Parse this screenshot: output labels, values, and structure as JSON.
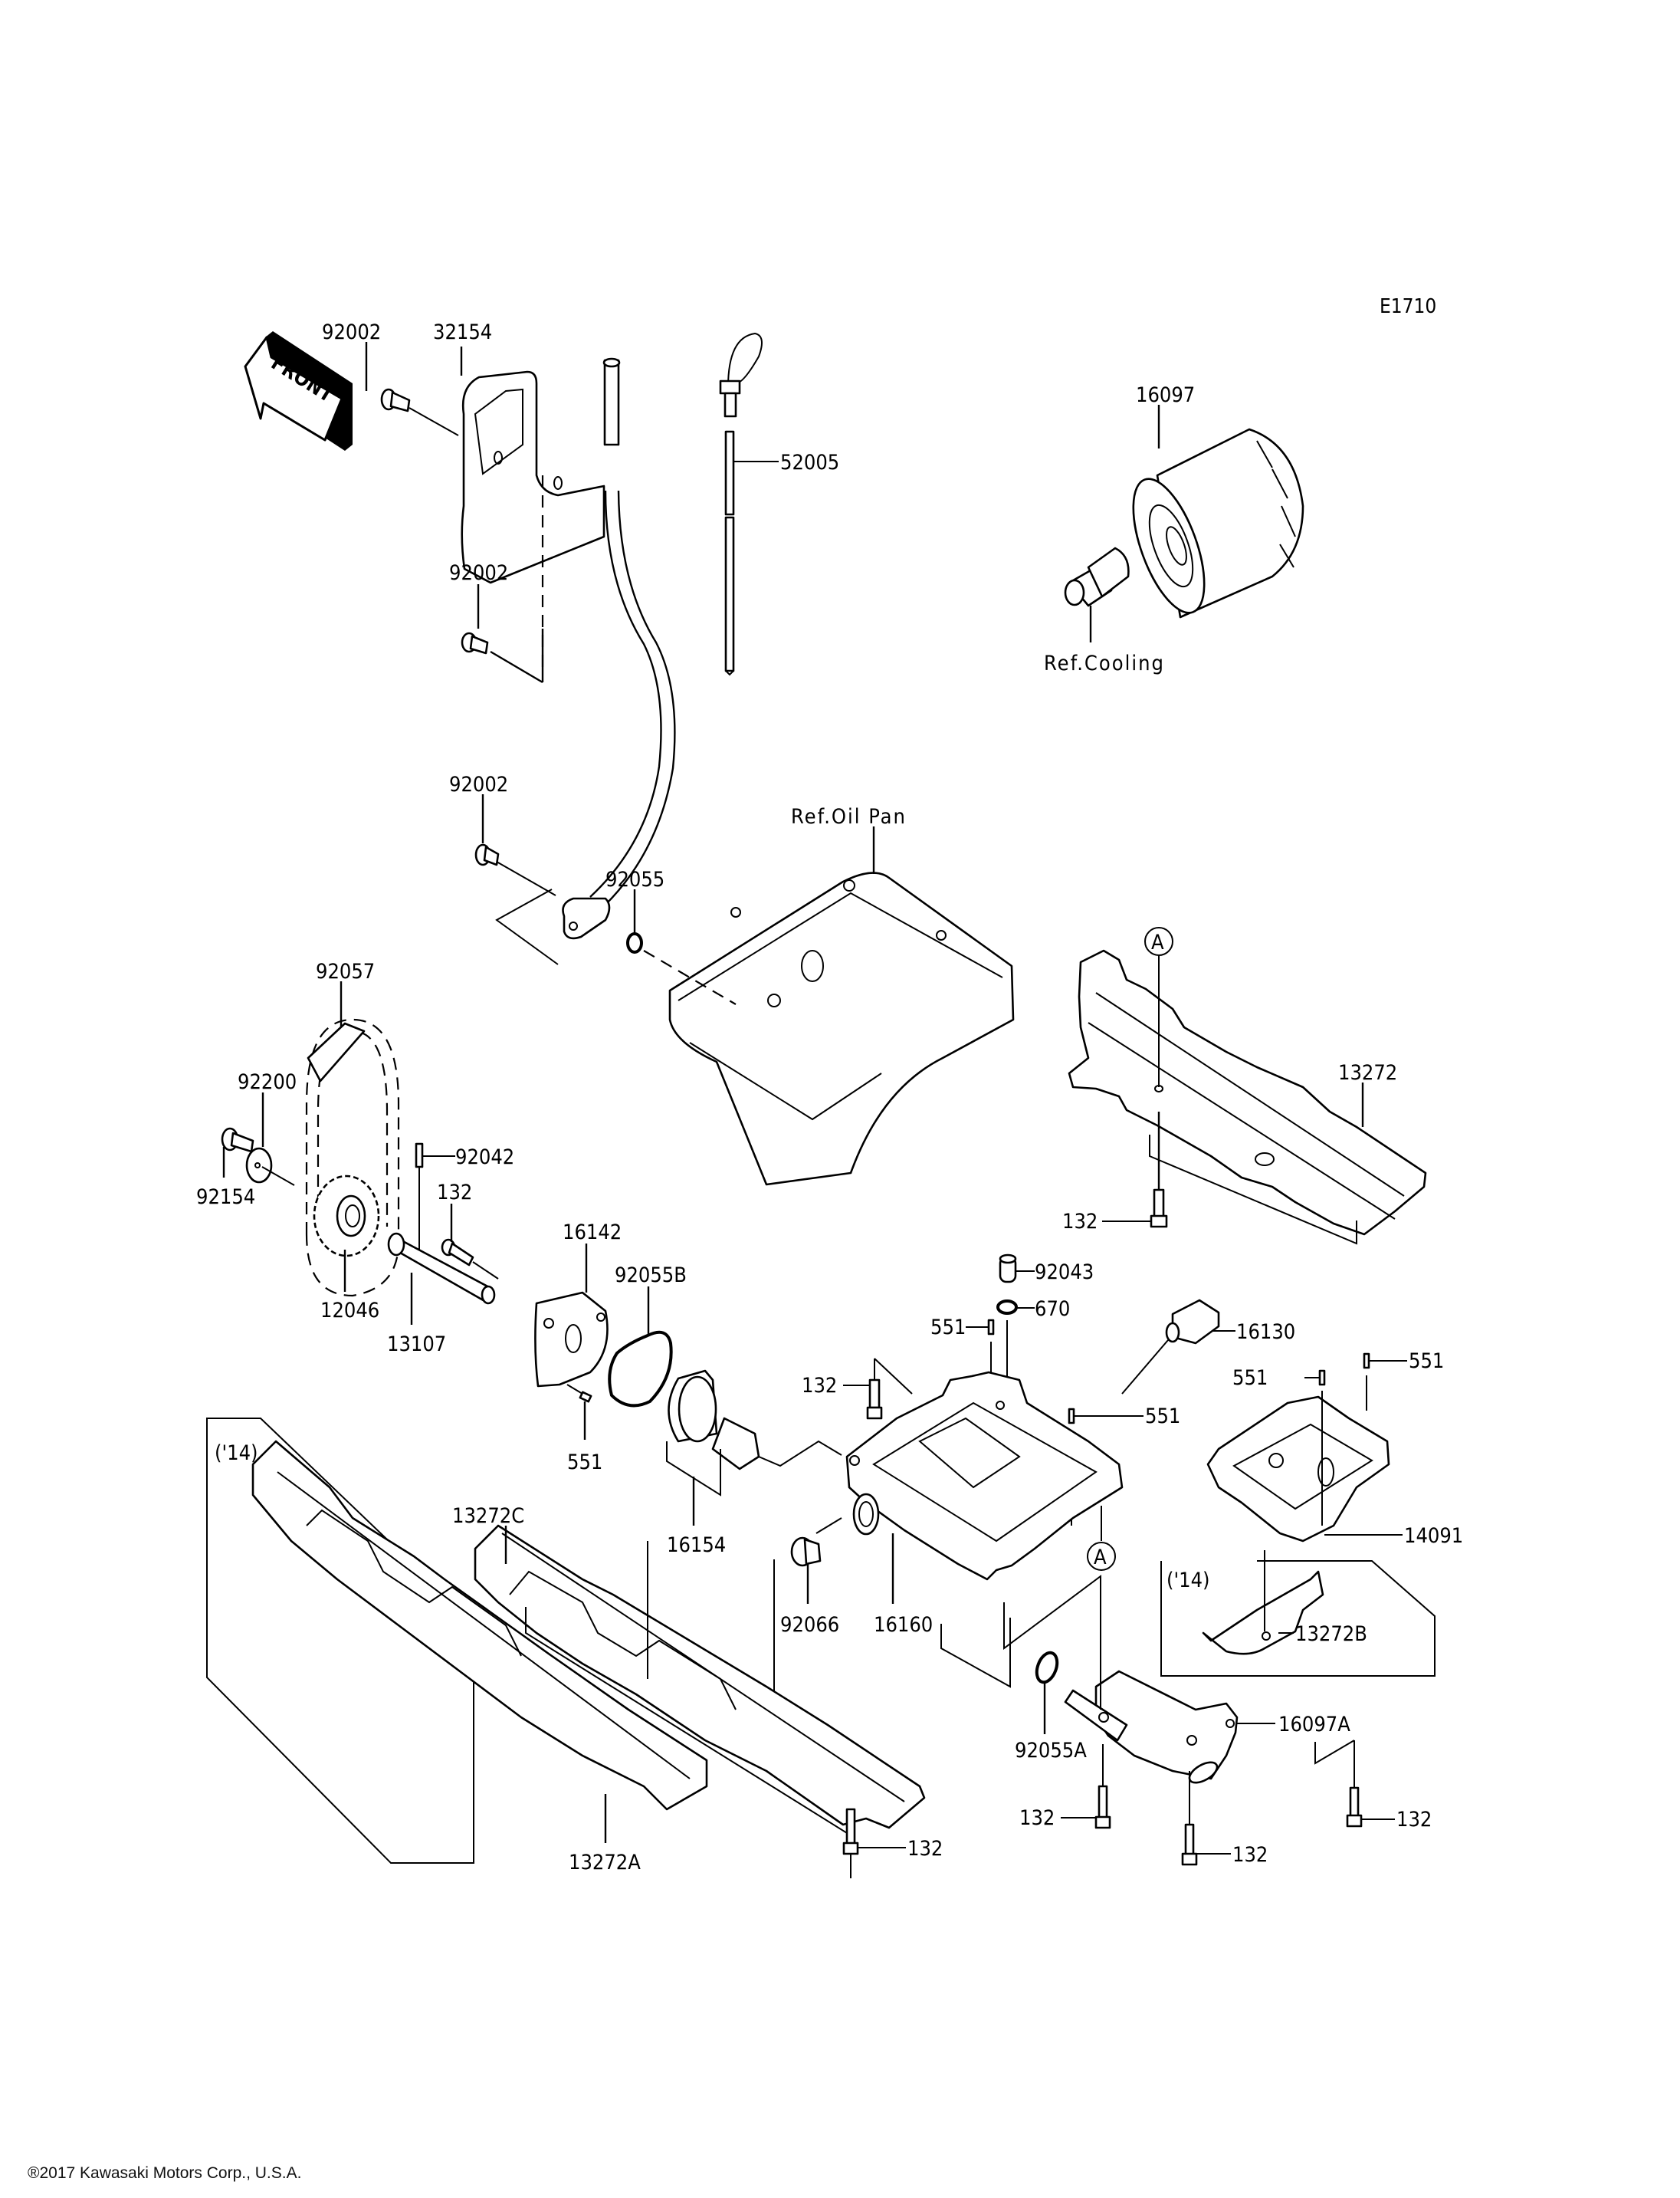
{
  "diagram": {
    "code": "E1710",
    "front_label": "FRONT",
    "copyright": "®2017 Kawasaki Motors Corp., U.S.A."
  },
  "refs": {
    "cooling": "Ref.Cooling",
    "oil_pan": "Ref.Oil Pan"
  },
  "markers": {
    "a_top": "A",
    "a_bottom": "A"
  },
  "year_boxes": {
    "left": "('14)",
    "right": "('14)"
  },
  "parts": {
    "p32154": "32154",
    "p92002_top": "92002",
    "p92002_mid": "92002",
    "p92002_low": "92002",
    "p52005": "52005",
    "p16097": "16097",
    "p92055": "92055",
    "p92057": "92057",
    "p92200": "92200",
    "p92154": "92154",
    "p92042": "92042",
    "p132_pump": "132",
    "p16142": "16142",
    "p92055B": "92055B",
    "p12046": "12046",
    "p13107": "13107",
    "p551_pump": "551",
    "p13272": "13272",
    "p132_cover": "132",
    "p92043": "92043",
    "p670": "670",
    "p16130": "16130",
    "p551_a": "551",
    "p132_body": "132",
    "p551_b": "551",
    "p551_c": "551",
    "p551_d": "551",
    "p16154": "16154",
    "p16160": "16160",
    "p92066": "92066",
    "p14091": "14091",
    "p13272C": "13272C",
    "p13272B": "13272B",
    "p16097A": "16097A",
    "p92055A": "92055A",
    "p132_fl": "132",
    "p132_fm": "132",
    "p132_fr": "132",
    "p132_bottom": "132",
    "p13272A": "13272A"
  }
}
